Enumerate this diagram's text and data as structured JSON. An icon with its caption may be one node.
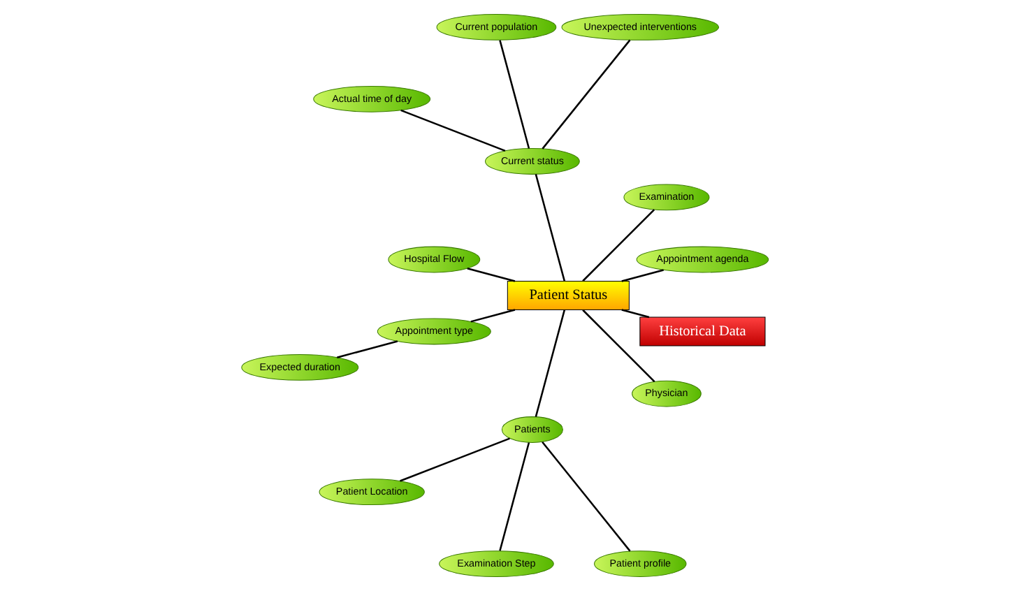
{
  "diagram": {
    "nodes": [
      {
        "text": [
          "Patient Status"
        ]
      },
      {
        "text": [
          "Unexpected interventions"
        ]
      },
      {
        "text": [
          "Appointment agenda"
        ]
      },
      {
        "text": [
          "Examination"
        ]
      },
      {
        "text": [
          "Current population"
        ]
      },
      {
        "text": [
          "Current status"
        ]
      },
      {
        "text": [
          "Hospital Flow"
        ]
      },
      {
        "text": [
          "Actual time of day"
        ]
      },
      {
        "text": [
          "Appointment type"
        ]
      },
      {
        "text": [
          "Patient Location"
        ]
      },
      {
        "text": [
          "Expected duration"
        ]
      },
      {
        "text": [
          "Patients"
        ]
      },
      {
        "text": [
          "Physician"
        ]
      },
      {
        "text": [
          "Examination Step"
        ]
      },
      {
        "text": [
          "Historical Data"
        ]
      },
      {
        "text": [
          "Patient profile"
        ]
      }
    ],
    "edges": [
      {
        "from": 0,
        "to": 5,
        "arrow": "none"
      },
      {
        "from": 5,
        "to": 1,
        "arrow": "none"
      },
      {
        "from": 5,
        "to": 4,
        "arrow": "none"
      },
      {
        "from": 5,
        "to": 7,
        "arrow": "none"
      },
      {
        "from": 0,
        "to": 2,
        "arrow": "none"
      },
      {
        "from": 0,
        "to": 3,
        "arrow": "none"
      },
      {
        "from": 0,
        "to": 6,
        "arrow": "none"
      },
      {
        "from": 0,
        "to": 8,
        "arrow": "none"
      },
      {
        "from": 8,
        "to": 10,
        "arrow": "none"
      },
      {
        "from": 0,
        "to": 12,
        "arrow": "none"
      },
      {
        "from": 0,
        "to": 14,
        "arrow": "none"
      },
      {
        "from": 0,
        "to": 11,
        "arrow": "none"
      },
      {
        "from": 11,
        "to": 9,
        "arrow": "none"
      },
      {
        "from": 11,
        "to": 13,
        "arrow": "none"
      },
      {
        "from": 11,
        "to": 15,
        "arrow": "none"
      }
    ]
  }
}
